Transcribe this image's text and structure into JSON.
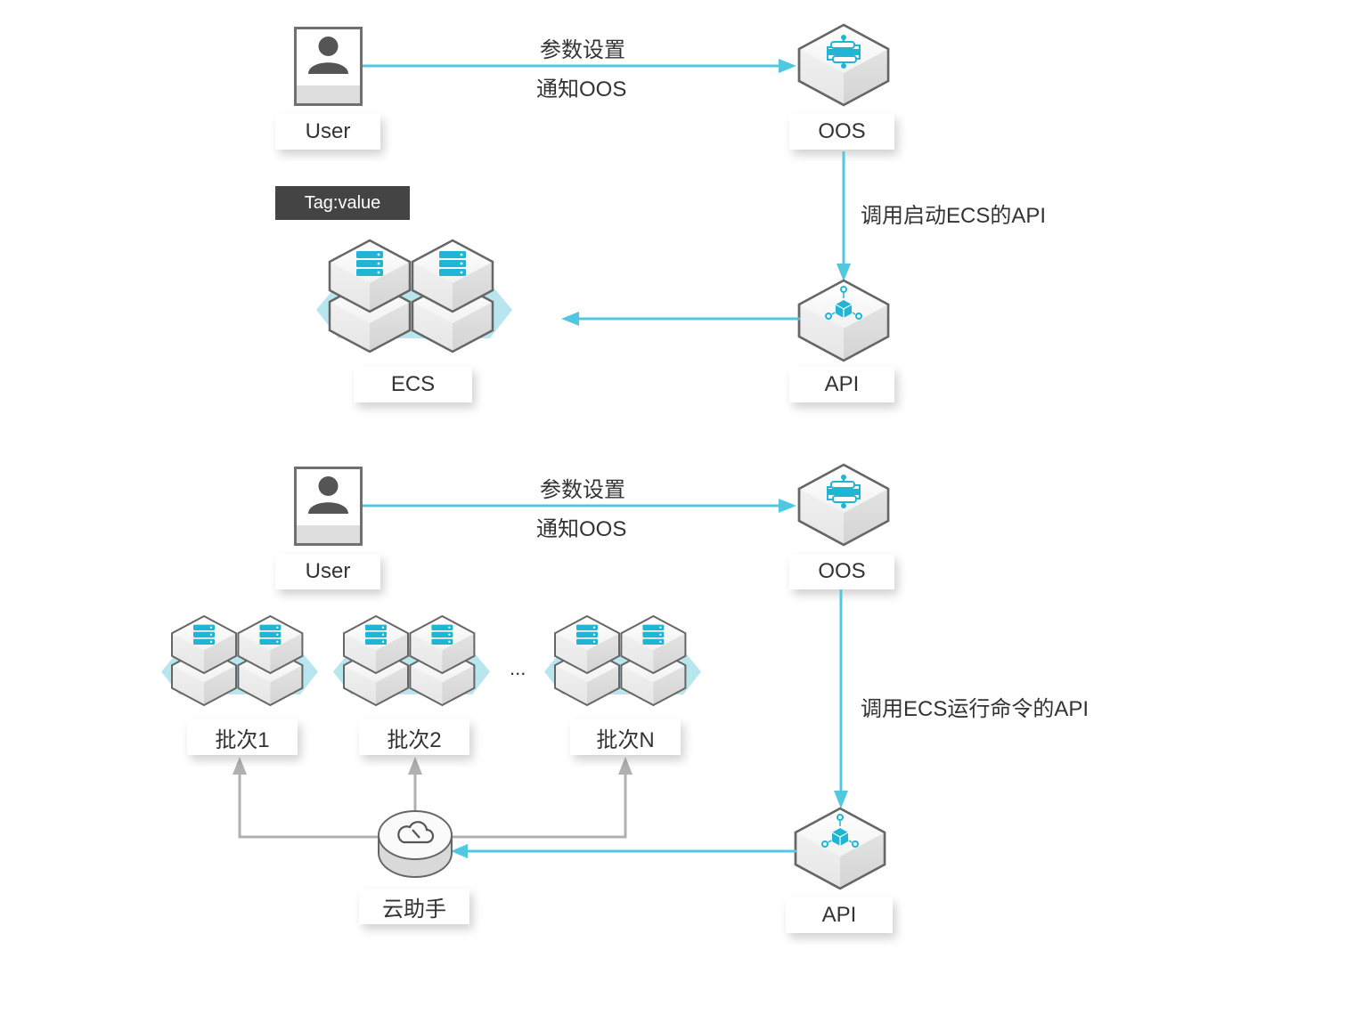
{
  "diagrams": [
    {
      "name": "start-ecs-flow",
      "nodes": {
        "user": {
          "label": "User",
          "icon": "user-icon"
        },
        "oos": {
          "label": "OOS",
          "icon": "oos-template-icon"
        },
        "api": {
          "label": "API",
          "icon": "api-cube-icon"
        },
        "ecs": {
          "label": "ECS",
          "icon": "server-stack-icon",
          "tag": "Tag:value"
        }
      },
      "edges": [
        {
          "from": "user",
          "to": "oos",
          "label_top": "参数设置",
          "label_bottom": "通知OOS"
        },
        {
          "from": "oos",
          "to": "api",
          "label": "调用启动ECS的API"
        },
        {
          "from": "api",
          "to": "ecs",
          "label": ""
        }
      ]
    },
    {
      "name": "run-command-flow",
      "nodes": {
        "user": {
          "label": "User",
          "icon": "user-icon"
        },
        "oos": {
          "label": "OOS",
          "icon": "oos-template-icon"
        },
        "api": {
          "label": "API",
          "icon": "api-cube-icon"
        },
        "assistant": {
          "label": "云助手",
          "icon": "cloud-assistant-icon"
        },
        "batches": [
          {
            "label": "批次1",
            "icon": "server-stack-icon"
          },
          {
            "label": "批次2",
            "icon": "server-stack-icon"
          },
          {
            "label": "批次N",
            "icon": "server-stack-icon"
          }
        ],
        "ellipsis": "..."
      },
      "edges": [
        {
          "from": "user",
          "to": "oos",
          "label_top": "参数设置",
          "label_bottom": "通知OOS"
        },
        {
          "from": "oos",
          "to": "api",
          "label": "调用ECS运行命令的API"
        },
        {
          "from": "api",
          "to": "assistant",
          "label": ""
        },
        {
          "from": "assistant",
          "to": "batch1",
          "label": ""
        },
        {
          "from": "assistant",
          "to": "batch2",
          "label": ""
        },
        {
          "from": "assistant",
          "to": "batchN",
          "label": ""
        }
      ]
    }
  ],
  "colors": {
    "accent": "#4fc8e0",
    "arrow_gray": "#b0b0b0",
    "platform": "#b8e6ef",
    "tag_bg": "#444444",
    "icon_cyan": "#1fb6d6"
  }
}
